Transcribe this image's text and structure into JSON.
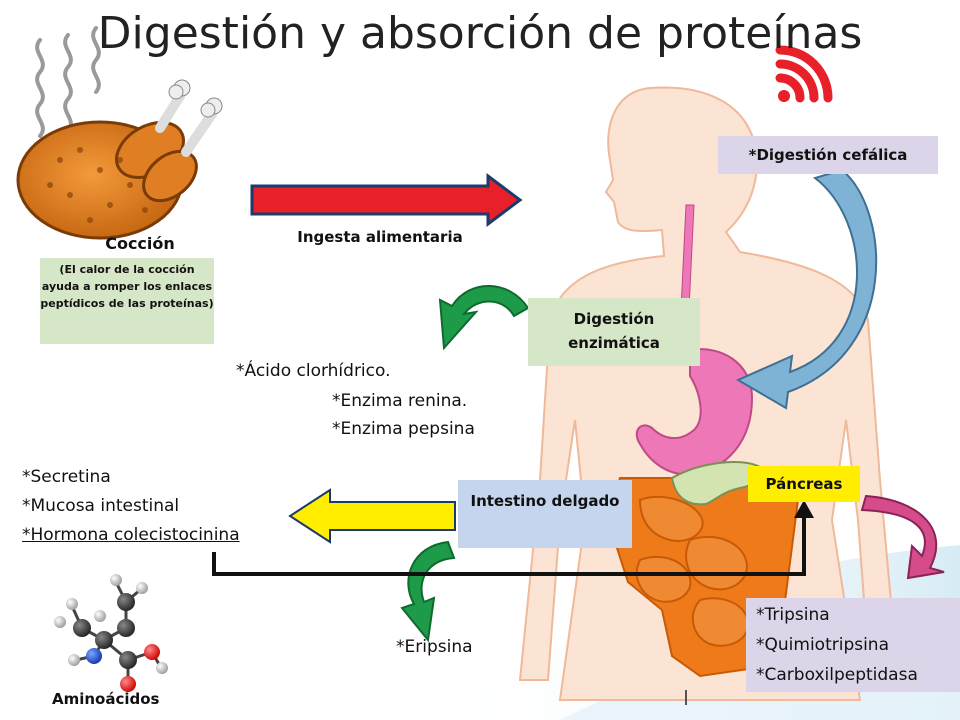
{
  "title": "Digestión y absorción de proteínas",
  "coccion": {
    "label": "Cocción",
    "note": "(El calor de la cocción ayuda a romper los enlaces peptídicos de las proteínas)"
  },
  "ingesta_label": "Ingesta alimentaria",
  "digestion_cefalica": "*Digestión cefálica",
  "digestion_enzimatica": "Digestión enzimática",
  "gastric_items": [
    "*Ácido clorhídrico.",
    "*Enzima renina.",
    "*Enzima pepsina"
  ],
  "intestino_delgado": "Intestino delgado",
  "intestinal_items": [
    "*Secretina",
    "*Mucosa intestinal",
    "*Hormona colecistocinina"
  ],
  "pancreas": "Páncreas",
  "pancreatic_items": [
    "*Tripsina",
    "*Quimiotripsina",
    "*Carboxilpeptidasa"
  ],
  "eripsina": "*Eripsina",
  "aminoacidos": "Aminoácidos",
  "colors": {
    "red_arrow": "#e8202a",
    "yellow_arrow": "#ffee00",
    "green_arrow": "#1e9b48",
    "blue_arrow": "#7fb3d5",
    "pink_arrow": "#d64b8a",
    "body": "#fbe4d3",
    "stomach": "#ee78b7",
    "intestine": "#ef7a1a"
  }
}
